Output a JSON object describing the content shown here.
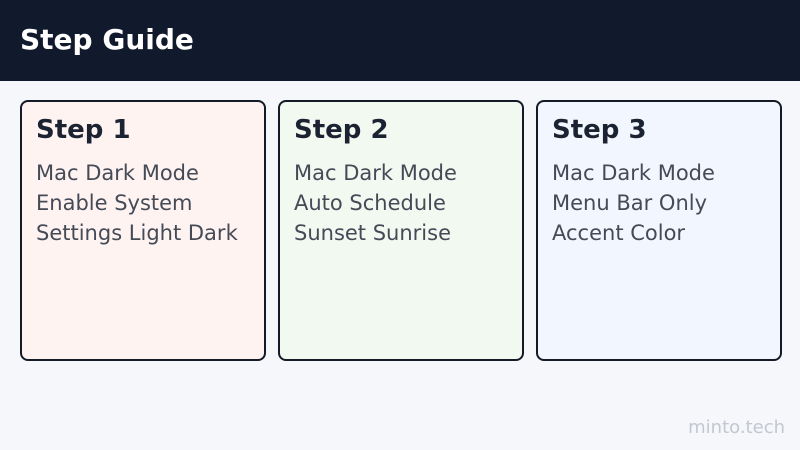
{
  "header": {
    "title": "Step Guide"
  },
  "cards": [
    {
      "title": "Step 1",
      "lines": [
        "Mac Dark Mode",
        "Enable System",
        "Settings Light Dark"
      ],
      "background": "#fff3f2"
    },
    {
      "title": "Step 2",
      "lines": [
        "Mac Dark Mode",
        "Auto Schedule",
        "Sunset Sunrise"
      ],
      "background": "#f2f9f1"
    },
    {
      "title": "Step 3",
      "lines": [
        "Mac Dark Mode",
        "Menu Bar Only",
        "Accent Color"
      ],
      "background": "#f2f6fe"
    }
  ],
  "footer": {
    "brand": "minto.tech"
  },
  "colors": {
    "header_bg": "#111a2d",
    "page_bg": "#f5f7fb",
    "card_border": "#141a26"
  }
}
